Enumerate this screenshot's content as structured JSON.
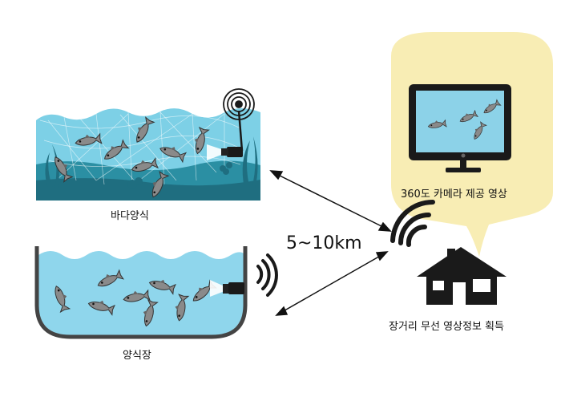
{
  "labels": {
    "sea_farm": "바다양식",
    "tank_farm": "양식장",
    "distance": "5~10km",
    "camera_feed": "360도 카메라 제공 영상",
    "remote_receive": "장거리 무선 영상정보 획득"
  },
  "colors": {
    "water": "#7dd0e6",
    "water_deep": "#2b8fa3",
    "water_dark": "#1f6e80",
    "tank_water": "#8fd6ec",
    "tank_wall": "#444444",
    "bubble": "#f8edb4",
    "screen": "#8cd2e8",
    "fish": "#8a8a8a",
    "dark": "#1a1a1a"
  },
  "icons": {
    "signal": "wifi-signal-icon",
    "house": "house-icon",
    "monitor": "monitor-icon",
    "camera": "underwater-camera-icon"
  }
}
